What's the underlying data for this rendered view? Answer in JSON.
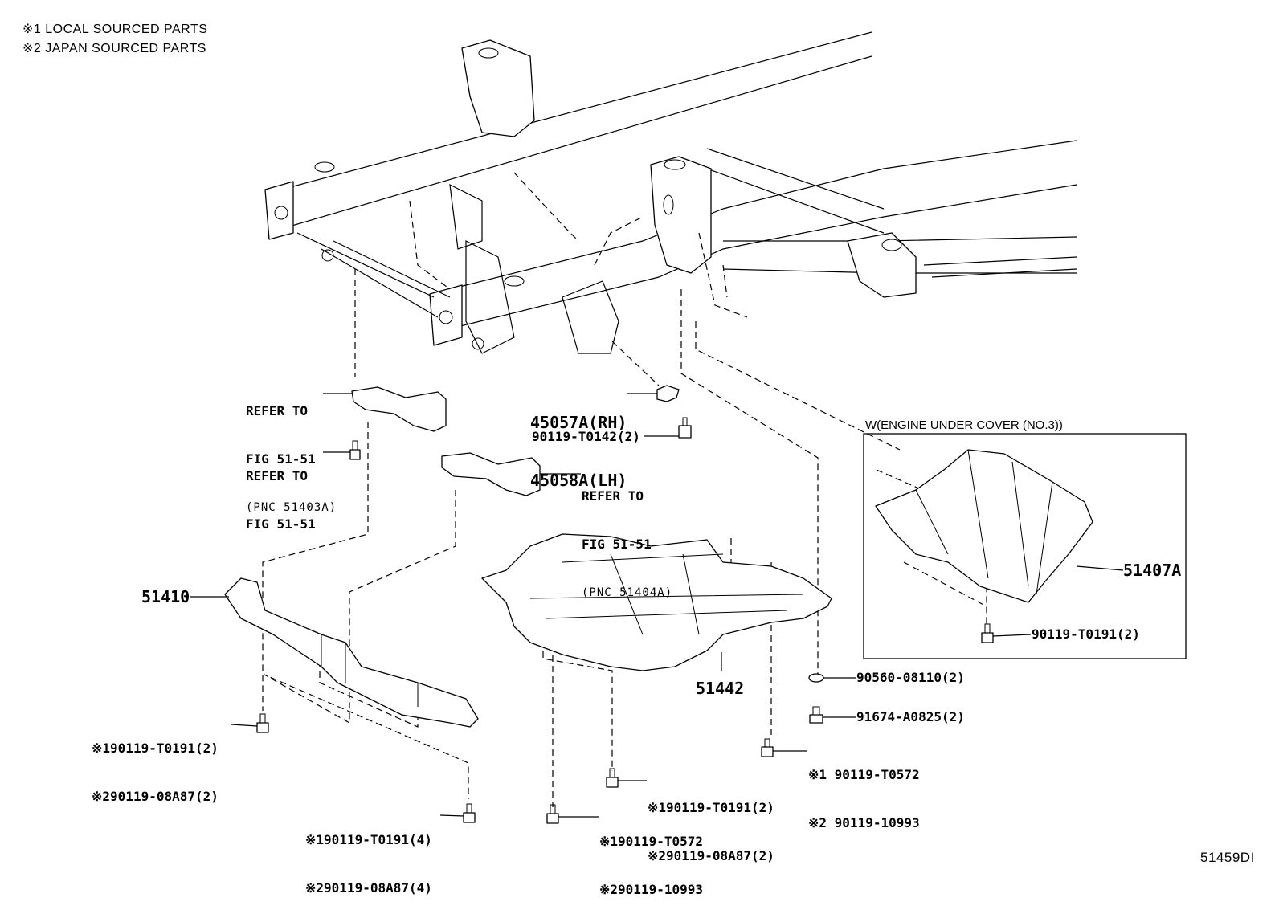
{
  "notes": {
    "note1": "※1 LOCAL SOURCED PARTS",
    "note2": "※2 JAPAN SOURCED PARTS"
  },
  "figure_id": "51459DI",
  "inset": {
    "title": "W(ENGINE UNDER COVER (NO.3))"
  },
  "labels": {
    "bracket_rh_line1": "45057A(RH)",
    "bracket_lh_line2": "45058A(LH)",
    "bolt_t0142": "90119-T0142(2)",
    "refer_a_line1": "REFER TO",
    "refer_a_line2": "FIG 51-51",
    "refer_a_line3": "(PNC 51403A)",
    "refer_b_line1": "REFER TO",
    "refer_b_line2": "FIG 51-51",
    "refer_c_line1": "REFER TO",
    "refer_c_line2": "FIG 51-51",
    "refer_c_line3": "(PNC 51404A)",
    "part_51410": "51410",
    "part_51442": "51442",
    "part_51407a": "51407A",
    "inset_bolt": "90119-T0191(2)",
    "washer": "90560-08110(2)",
    "clip": "91674-A0825(2)",
    "bolt_a_line1": "※1 90119-T0572",
    "bolt_a_line2": "※2 90119-10993",
    "bolt_b_line1": "※190119-T0191(2)",
    "bolt_b_line2": "※290119-08A87(2)",
    "bolt_c_line1": "※190119-T0572",
    "bolt_c_line2": "※290119-10993",
    "bolt_d_line1": "※190119-T0191(2)",
    "bolt_d_line2": "※290119-08A87(2)",
    "bolt_e_line1": "※190119-T0191(4)",
    "bolt_e_line2": "※290119-08A87(4)"
  }
}
